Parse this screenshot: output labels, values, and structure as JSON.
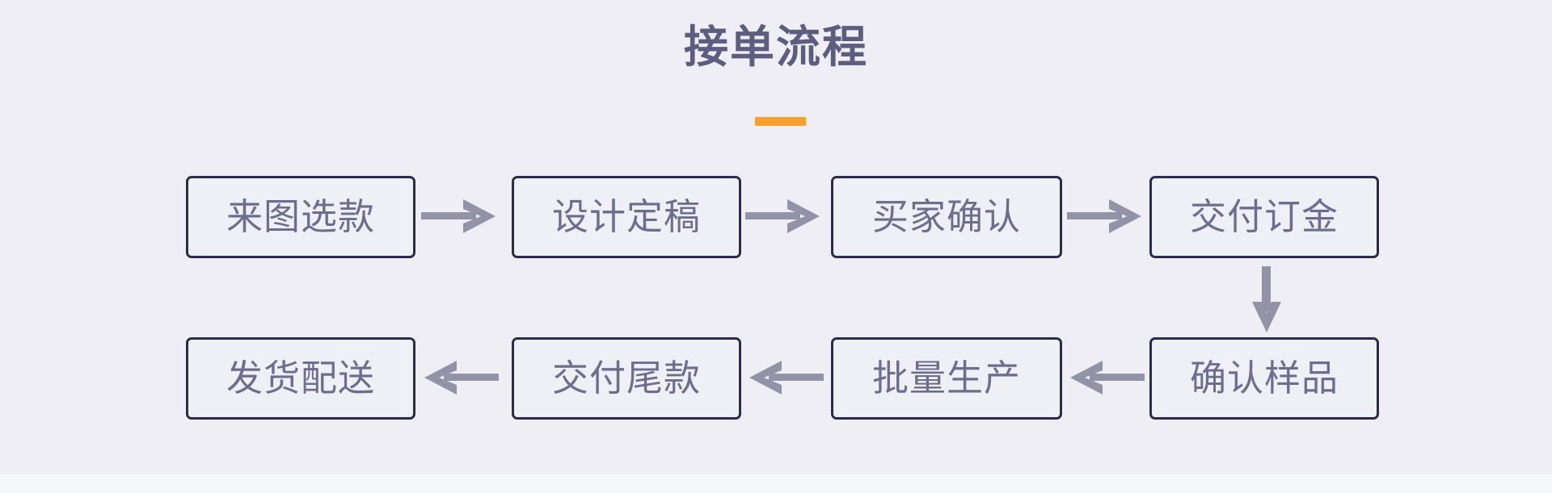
{
  "page": {
    "background_color": "#eeeef4",
    "footer_color": "#f6f7f9",
    "title": "接单流程",
    "accent_color": "#f7a02e",
    "title_color": "#5d5d80",
    "box_border_color": "#2b2b4c",
    "box_fill_color": "#eff0f6",
    "box_text_color": "#6d6d90",
    "arrow_color": "#9293a6"
  },
  "flow": {
    "steps": [
      {
        "index": 1,
        "label": "来图选款",
        "row": "top"
      },
      {
        "index": 2,
        "label": "设计定稿",
        "row": "top"
      },
      {
        "index": 3,
        "label": "买家确认",
        "row": "top"
      },
      {
        "index": 4,
        "label": "交付订金",
        "row": "top"
      },
      {
        "index": 5,
        "label": "确认样品",
        "row": "bottom"
      },
      {
        "index": 6,
        "label": "批量生产",
        "row": "bottom"
      },
      {
        "index": 7,
        "label": "交付尾款",
        "row": "bottom"
      },
      {
        "index": 8,
        "label": "发货配送",
        "row": "bottom"
      }
    ],
    "connectors": [
      {
        "from": 1,
        "to": 2,
        "direction": "right"
      },
      {
        "from": 2,
        "to": 3,
        "direction": "right"
      },
      {
        "from": 3,
        "to": 4,
        "direction": "right"
      },
      {
        "from": 4,
        "to": 5,
        "direction": "down"
      },
      {
        "from": 5,
        "to": 6,
        "direction": "left"
      },
      {
        "from": 6,
        "to": 7,
        "direction": "left"
      },
      {
        "from": 7,
        "to": 8,
        "direction": "left"
      }
    ]
  }
}
